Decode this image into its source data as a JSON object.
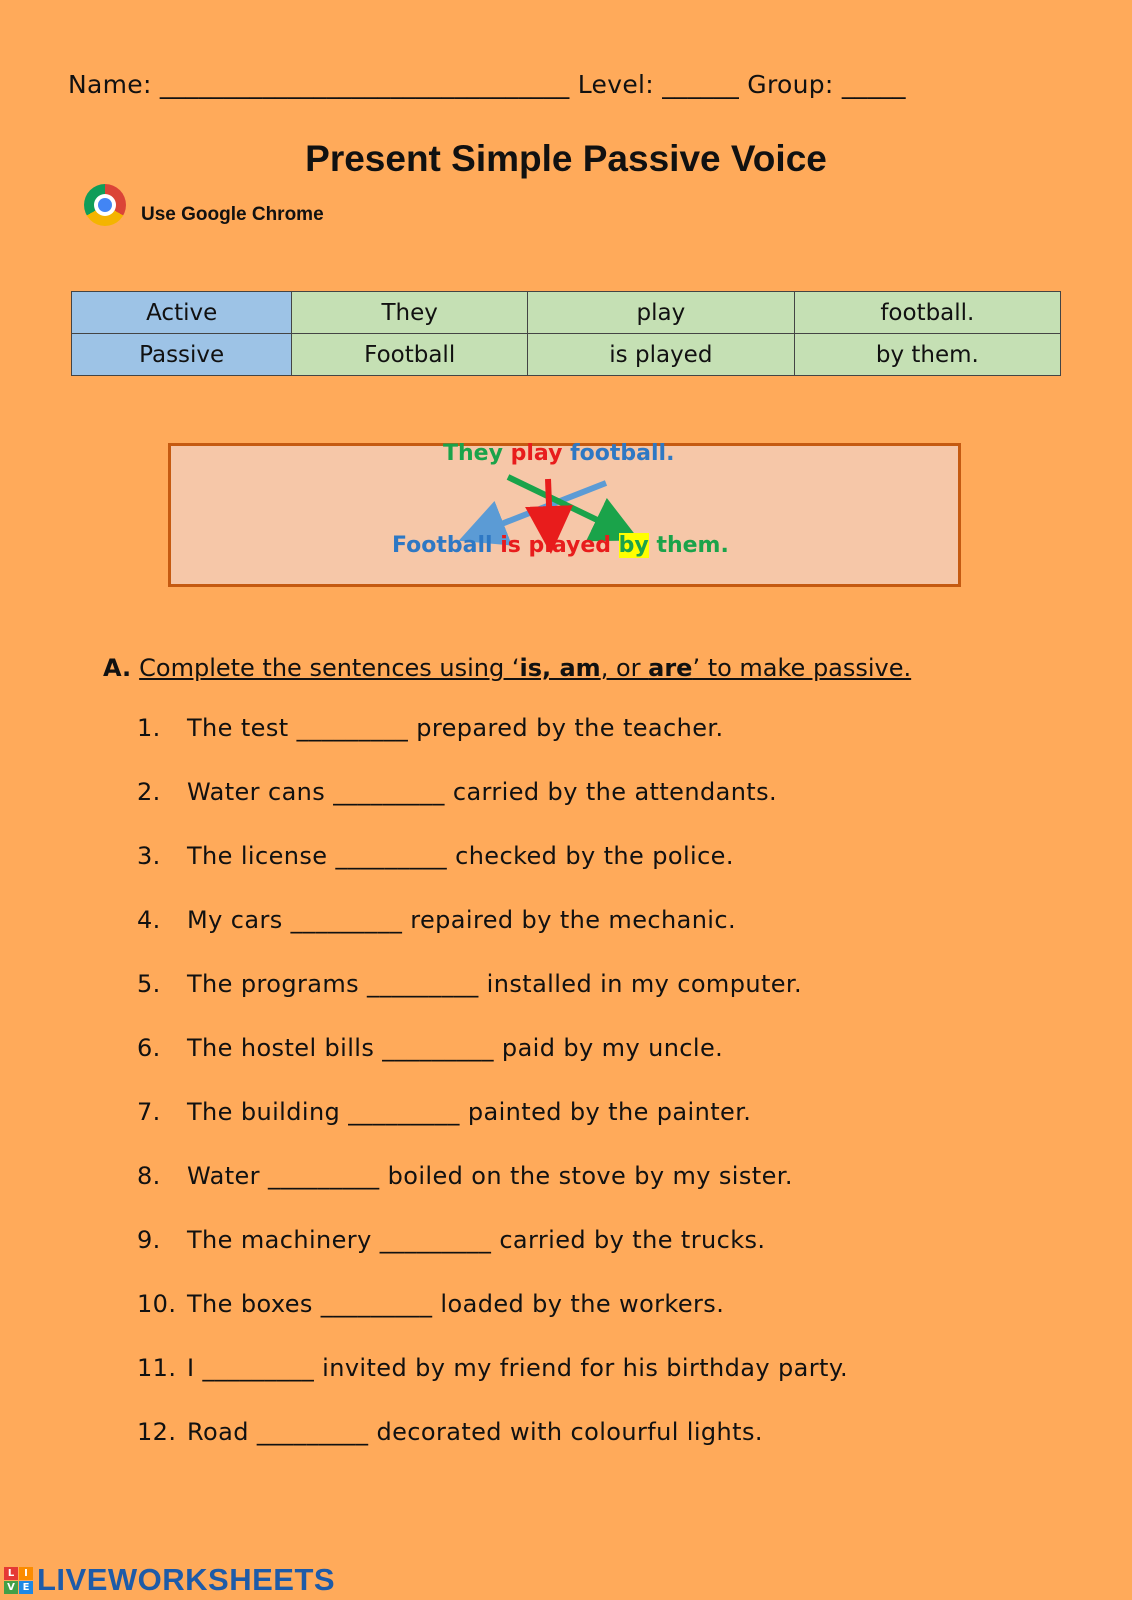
{
  "header": {
    "line": "Name: ________________________________ Level: ______ Group: _____"
  },
  "title": "Present Simple Passive Voice",
  "chrome_note": "Use Google Chrome",
  "voice_table": [
    {
      "label": "Active",
      "subject": "They",
      "verb": "play",
      "object": "football."
    },
    {
      "label": "Passive",
      "subject": "Football",
      "verb": "is played",
      "object": "by them."
    }
  ],
  "diagram": {
    "top": {
      "they": "They",
      "play": "play",
      "football": "football."
    },
    "bottom": {
      "football": "Football",
      "is_played": "is played",
      "by": "by",
      "them": "them."
    },
    "colors": {
      "subject": "#1AA34A",
      "verb": "#E81C1C",
      "object": "#2E78C4",
      "highlight": "#FFFF00"
    }
  },
  "section_a": {
    "letter": "A.",
    "instruction_parts": [
      "Complete the sentences using ‘",
      "is, am",
      ", or ",
      "are",
      "’ to make passive."
    ]
  },
  "items": [
    {
      "num": "1.",
      "text": "The test _________ prepared by the teacher."
    },
    {
      "num": "2.",
      "text": "Water cans _________ carried by the attendants."
    },
    {
      "num": "3.",
      "text": "The license _________ checked by the police."
    },
    {
      "num": "4.",
      "text": "My cars _________ repaired by the mechanic."
    },
    {
      "num": "5.",
      "text": "The programs _________ installed in my computer."
    },
    {
      "num": "6.",
      "text": "The hostel bills _________ paid by my uncle."
    },
    {
      "num": "7.",
      "text": "The building _________ painted by the painter."
    },
    {
      "num": "8.",
      "text": "Water _________ boiled on the stove by my sister."
    },
    {
      "num": "9.",
      "text": "The machinery _________ carried by the trucks."
    },
    {
      "num": "10.",
      "text": "The boxes _________ loaded by the workers."
    },
    {
      "num": "11.",
      "text": "I _________ invited by my friend for his birthday party."
    },
    {
      "num": "12.",
      "text": "Road _________ decorated with colourful lights."
    }
  ],
  "footer": {
    "brand": "LIVEWORKSHEETS",
    "logo_letters": [
      "L",
      "I",
      "V",
      "E"
    ],
    "logo_colors": [
      "#E53935",
      "#FB8C00",
      "#43A047",
      "#1E88E5"
    ]
  }
}
